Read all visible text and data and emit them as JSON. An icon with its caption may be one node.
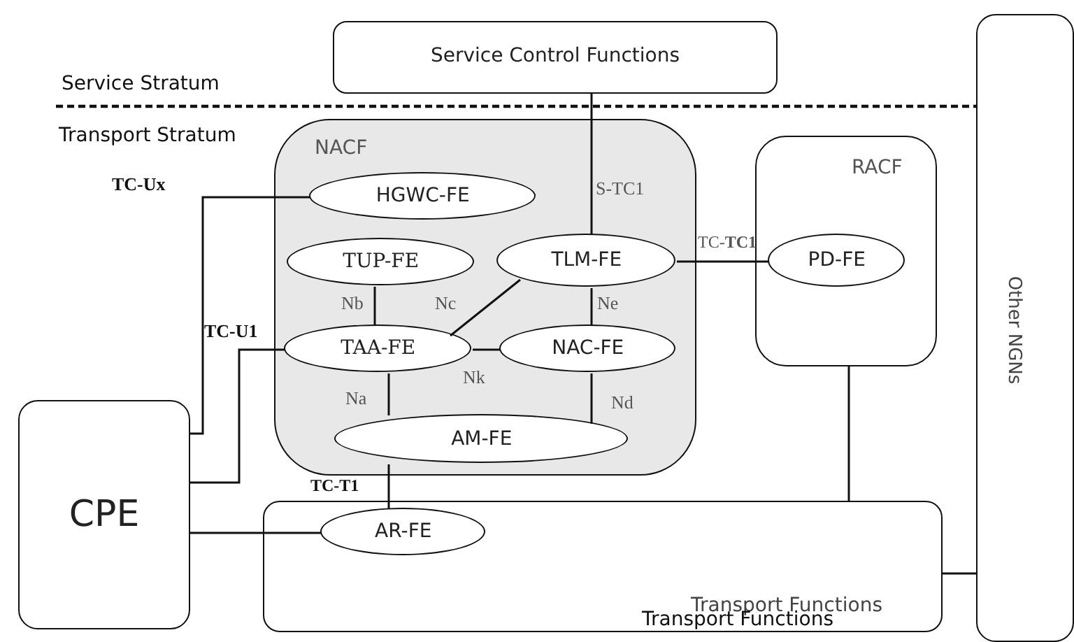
{
  "diagram": {
    "nodes": [
      {
        "text": [
          "Service Control Functions"
        ]
      },
      {
        "text": [
          "NACF"
        ]
      },
      {
        "text": [
          "HGWC-FE"
        ],
        "in": 1
      },
      {
        "text": [
          "TUP-FE"
        ],
        "in": 1
      },
      {
        "text": [
          "TLM-FE"
        ],
        "in": 1
      },
      {
        "text": [
          "TAA-FE"
        ],
        "in": 1
      },
      {
        "text": [
          "NAC-FE"
        ],
        "in": 1
      },
      {
        "text": [
          "AM-FE"
        ],
        "in": 1
      },
      {
        "text": [
          "RACF"
        ]
      },
      {
        "text": [
          "PD-FE"
        ],
        "in": 8
      },
      {
        "text": [
          "Transport Functions",
          "Transport Functions"
        ]
      },
      {
        "text": [
          "AR-FE"
        ],
        "in": 10
      },
      {
        "text": [
          "CPE"
        ]
      },
      {
        "text": [
          "Other NGNs"
        ]
      }
    ],
    "edges": [
      {
        "from": 0,
        "to": 4,
        "arrow": "none",
        "label": "S-TC1"
      },
      {
        "from": 12,
        "to": 2,
        "arrow": "none",
        "label": "TC-Ux"
      },
      {
        "from": 12,
        "to": 5,
        "arrow": "none",
        "label": "TC-U1"
      },
      {
        "from": 12,
        "to": 11,
        "arrow": "none"
      },
      {
        "from": 3,
        "to": 5,
        "arrow": "none",
        "label": "Nb"
      },
      {
        "from": 4,
        "to": 5,
        "arrow": "none",
        "label": "Nc"
      },
      {
        "from": 4,
        "to": 6,
        "arrow": "none",
        "label": "Ne"
      },
      {
        "from": 5,
        "to": 6,
        "arrow": "none",
        "label": "Nk"
      },
      {
        "from": 5,
        "to": 7,
        "arrow": "none",
        "label": "Na"
      },
      {
        "from": 6,
        "to": 7,
        "arrow": "none",
        "label": "Nd"
      },
      {
        "from": 7,
        "to": 11,
        "arrow": "none",
        "label": "TC-T1"
      },
      {
        "from": 4,
        "to": 9,
        "arrow": "none",
        "label": "TC-**TC1**"
      },
      {
        "from": 8,
        "to": 10,
        "arrow": "none"
      },
      {
        "from": 10,
        "to": 13,
        "arrow": "none"
      }
    ],
    "labels": [
      "Service Stratum",
      "Transport Stratum"
    ]
  }
}
